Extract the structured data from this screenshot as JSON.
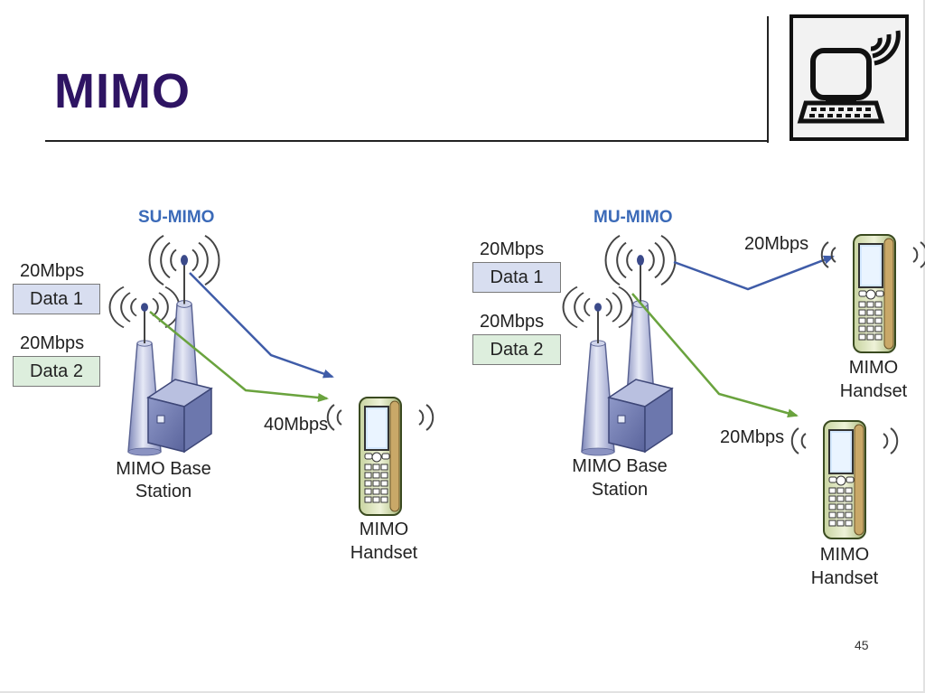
{
  "title": "MIMO",
  "page_number": "45",
  "su_mimo": {
    "title": "SU-MIMO",
    "rate_1": "20Mbps",
    "data_1": "Data 1",
    "rate_2": "20Mbps",
    "data_2": "Data 2",
    "combined_rate": "40Mbps",
    "base_station_line1": "MIMO Base",
    "base_station_line2": "Station",
    "handset_line1": "MIMO",
    "handset_line2": "Handset"
  },
  "mu_mimo": {
    "title": "MU-MIMO",
    "rate_1": "20Mbps",
    "data_1": "Data 1",
    "rate_2": "20Mbps",
    "data_2": "Data 2",
    "handset1_rate": "20Mbps",
    "handset2_rate": "20Mbps",
    "base_station_line1": "MIMO Base",
    "base_station_line2": "Station",
    "handset1_line1": "MIMO",
    "handset1_line2": "Handset",
    "handset2_line1": "MIMO",
    "handset2_line2": "Handset"
  },
  "colors": {
    "title": "#2e1463",
    "blue_link": "#3f5ca8",
    "green_link": "#6aa33e",
    "mode_title": "#3b6ab8"
  },
  "icons": {
    "logo": "wireless-computer-icon",
    "tower": "antenna-tower-icon",
    "handset": "mobile-phone-icon"
  }
}
